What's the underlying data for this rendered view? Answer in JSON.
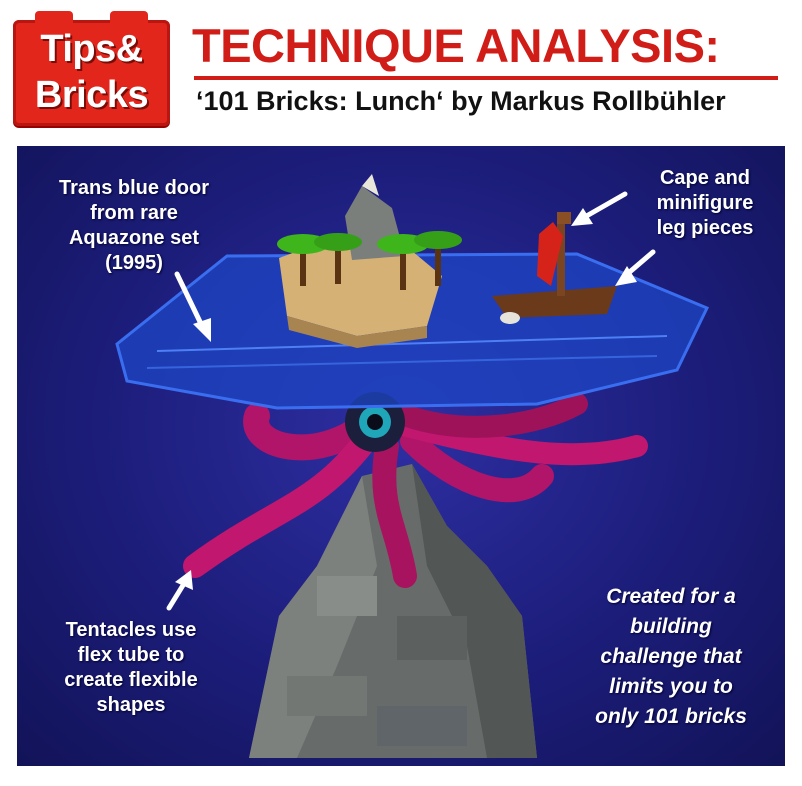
{
  "logo": {
    "line1": "Tips&",
    "line2": "Bricks"
  },
  "header": {
    "title": "TECHNIQUE ANALYSIS:",
    "subtitle": "‘101 Bricks: Lunch‘ by Markus Rollbühler"
  },
  "captions": {
    "door": "Trans blue door\nfrom rare\nAquazone set\n(1995)",
    "cape": "Cape and\nminifigure\nleg pieces",
    "tentacles": "Tentacles use\nflex tube to\ncreate flexible\nshapes",
    "challenge": "Created for a\nbuilding\nchallenge that\nlimits you to\nonly 101 bricks"
  },
  "colors": {
    "brand_red": "#d01d17",
    "background_blue": "#1c1d7a",
    "tentacle_magenta": "#c2176e",
    "rock_gray": "#6a6f6c"
  },
  "icons": [
    "arrow-icon"
  ]
}
